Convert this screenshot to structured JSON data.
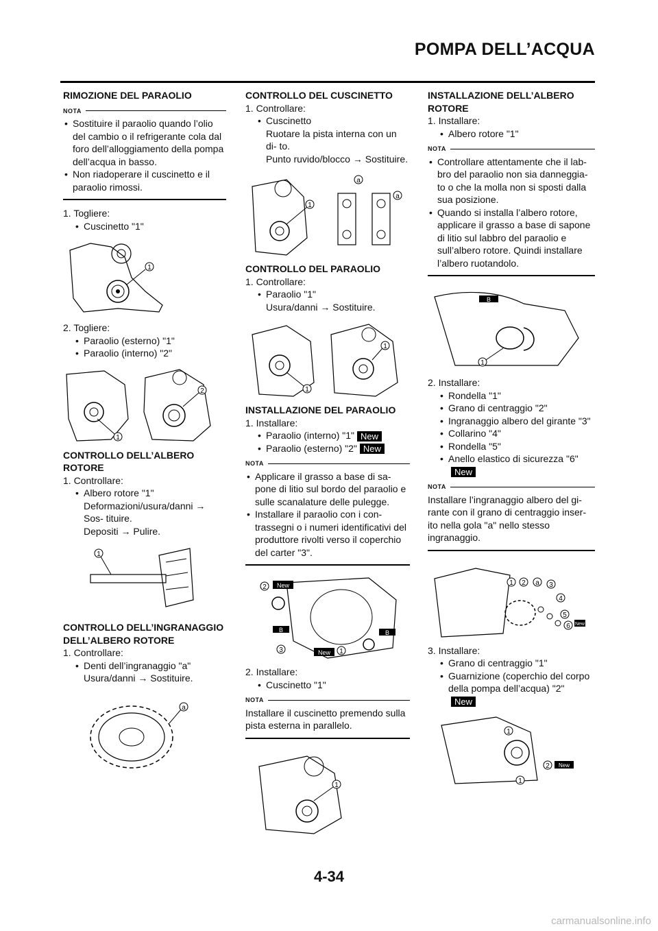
{
  "header": {
    "title": "POMPA DELL’ACQUA"
  },
  "footer": {
    "page_number": "4-34",
    "watermark": "carmanualsonline.info"
  },
  "col1": {
    "s1_title": "RIMOZIONE DEL PARAOLIO",
    "nota_label": "NOTA",
    "s1_notes": [
      "Sostituire il paraolio quando l’olio del cambio o il refrigerante cola dal foro dell’alloggiamento della pompa dell’acqua in basso.",
      "Non riadoperare il cuscinetto e il paraolio rimossi."
    ],
    "step1": "1. Togliere:",
    "step1_item": "Cuscinetto \"1\"",
    "step2": "2. Togliere:",
    "step2_items": [
      "Paraolio (esterno) \"1\"",
      "Paraolio (interno) \"2\""
    ],
    "s2_title": "CONTROLLO DELL’ALBERO ROTORE",
    "s2_step": "1. Controllare:",
    "s2_item": "Albero rotore \"1\"",
    "s2_line1": "Deformazioni/usura/danni → Sos- tituire.",
    "s2_line2": "Depositi → Pulire.",
    "s3_title": "CONTROLLO DELL’INGRANAGGIO DELL’ALBERO ROTORE",
    "s3_step": "1. Controllare:",
    "s3_item": "Denti dell’ingranaggio \"a\"",
    "s3_line1": "Usura/danni → Sostituire.",
    "fig_labels": {
      "one": "1",
      "two": "2",
      "a": "a"
    }
  },
  "col2": {
    "s1_title": "CONTROLLO DEL CUSCINETTO",
    "s1_step": "1. Controllare:",
    "s1_item": "Cuscinetto",
    "s1_line1": "Ruotare la pista interna con un di- to.",
    "s1_line2": "Punto ruvido/blocco → Sostituire.",
    "s2_title": "CONTROLLO DEL PARAOLIO",
    "s2_step": "1. Controllare:",
    "s2_item": "Paraolio \"1\"",
    "s2_line1": "Usura/danni → Sostituire.",
    "s3_title": "INSTALLAZIONE DEL PARAOLIO",
    "s3_step": "1. Installare:",
    "s3_items": [
      "Paraolio (interno) \"1\"",
      "Paraolio (esterno) \"2\""
    ],
    "new": "New",
    "nota_label": "NOTA",
    "s3_notes": [
      "Applicare il grasso a base di sa- pone di litio sul bordo del paraolio e sulle scanalature delle pulegge.",
      "Installare il paraolio con i con- trassegni o i numeri identificativi del produttore rivolti verso il coperchio del carter \"3\"."
    ],
    "step2": "2. Installare:",
    "step2_item": "Cuscinetto \"1\"",
    "nota2": "Installare il cuscinetto premendo sulla pista esterna in parallelo.",
    "fig_labels": {
      "one": "1",
      "two": "2",
      "three": "3",
      "a": "a",
      "b": "B"
    }
  },
  "col3": {
    "s1_title": "INSTALLAZIONE DELL’ALBERO ROTORE",
    "s1_step": "1. Installare:",
    "s1_item": "Albero rotore \"1\"",
    "nota_label": "NOTA",
    "s1_notes": [
      "Controllare attentamente che il lab- bro del paraolio non sia danneggia- to o che la molla non si sposti dalla sua posizione.",
      "Quando si installa l’albero rotore, applicare il grasso a base di sapone di litio sul labbro del paraolio e sull’albero rotore. Quindi installare l’albero ruotandolo."
    ],
    "step2": "2. Installare:",
    "step2_items": [
      "Rondella \"1\"",
      "Grano di centraggio \"2\"",
      "Ingranaggio albero del girante \"3\"",
      "Collarino \"4\"",
      "Rondella \"5\"",
      "Anello elastico di sicurezza \"6\""
    ],
    "new": "New",
    "nota2": "Installare l’ingranaggio albero del gi- rante con il grano di centraggio inser- ito nella gola \"a\" nello stesso ingranaggio.",
    "step3": "3. Installare:",
    "step3_items": [
      "Grano di centraggio \"1\"",
      "Guarnizione (coperchio del corpo della pompa dell’acqua) \"2\""
    ],
    "fig_labels": {
      "one": "1",
      "two": "2",
      "three": "3",
      "four": "4",
      "five": "5",
      "six": "6",
      "a": "a",
      "b": "B"
    }
  }
}
